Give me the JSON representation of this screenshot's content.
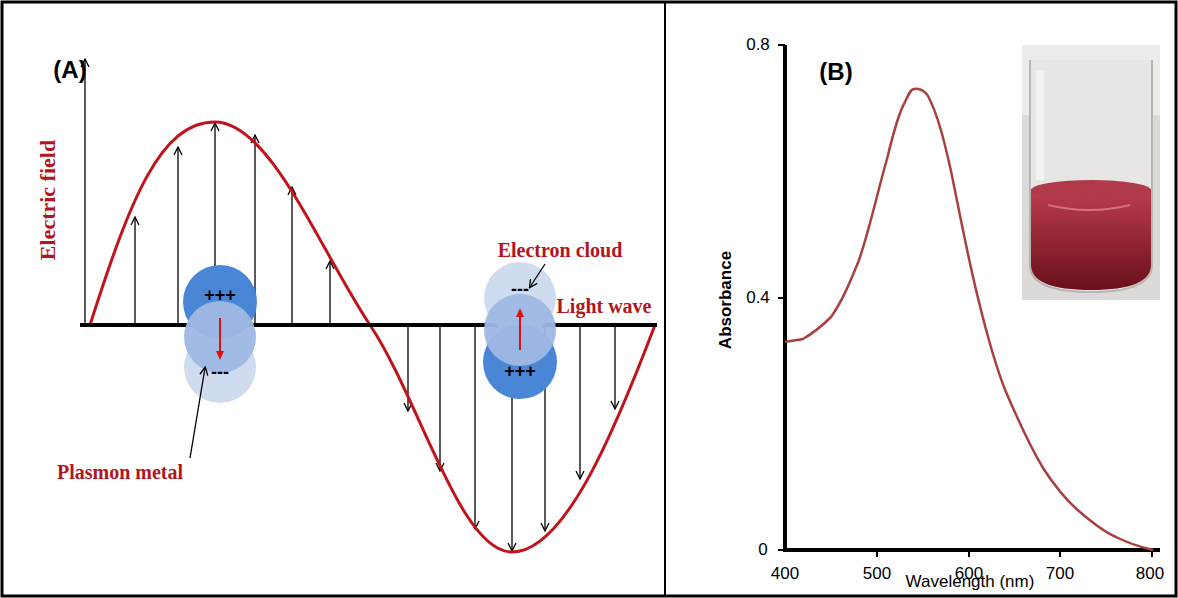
{
  "diagram": {
    "labels": [
      "(A)",
      "Electric field",
      "Electron cloud",
      "Light wave",
      "+++",
      "---",
      "---",
      "+++",
      "Plasmon metal",
      "(B)",
      "0.8",
      "Absorbance",
      "0.4",
      "0",
      "400",
      "500",
      "600",
      "700",
      "800",
      "Wavelength (nm)"
    ]
  }
}
